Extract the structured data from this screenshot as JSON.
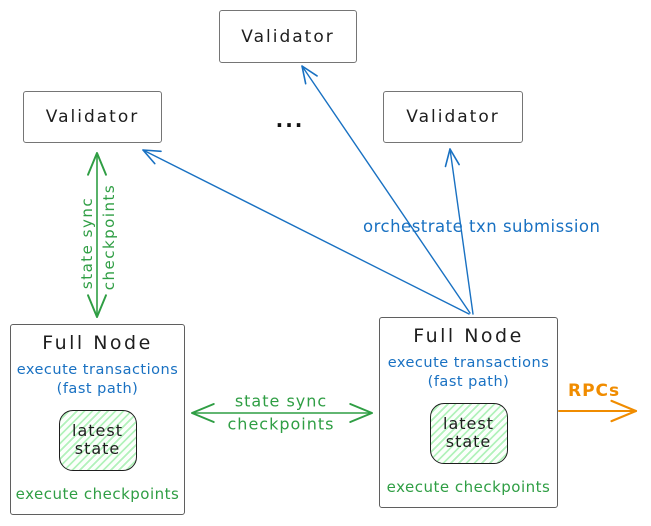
{
  "colors": {
    "blue": "#1971c2",
    "green": "#2f9e44",
    "orange": "#f08c00",
    "ink": "#1e1e1e",
    "border_gray": "#757575",
    "state_fill": "#b2f2bb"
  },
  "validators": {
    "top": {
      "label": "Validator"
    },
    "left": {
      "label": "Validator"
    },
    "right": {
      "label": "Validator"
    }
  },
  "ellipsis": "...",
  "full_nodes": [
    {
      "title": "Full Node",
      "exec_line": "execute transactions",
      "fast_path": "(fast path)",
      "state": {
        "line1": "latest",
        "line2": "state"
      },
      "footer": "execute checkpoints"
    },
    {
      "title": "Full Node",
      "exec_line": "execute transactions",
      "fast_path": "(fast path)",
      "state": {
        "line1": "latest",
        "line2": "state"
      },
      "footer": "execute checkpoints"
    }
  ],
  "arrows": {
    "vertical_state_sync": {
      "line1": "state sync",
      "line2": "checkpoints"
    },
    "horizontal_state_sync": {
      "line1": "state sync",
      "line2": "checkpoints"
    },
    "orchestrate": {
      "label": "orchestrate txn submission"
    },
    "rpcs": {
      "label": "RPCs"
    }
  }
}
